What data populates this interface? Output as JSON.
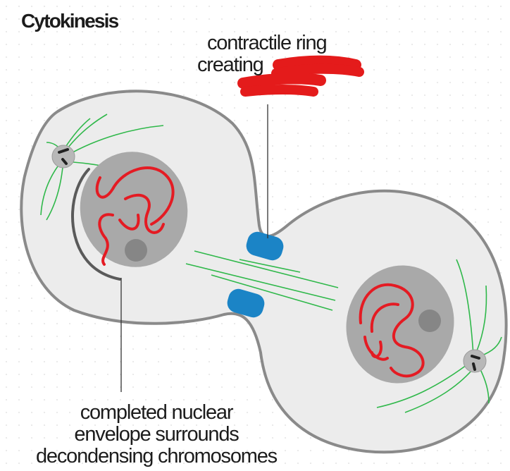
{
  "title": "Cytokinesis",
  "labels": {
    "contractile_ring_line1": "contractile ring",
    "contractile_ring_line2": "creating",
    "nuclear_line1": "completed nuclear",
    "nuclear_line2": "envelope surrounds",
    "nuclear_line3": "decondensing chromosomes"
  },
  "colors": {
    "cell_fill": "#ececec",
    "cell_outline": "#8a8a8a",
    "nucleus": "#a9a9a9",
    "chromosome": "#e41b23",
    "spindle": "#2fb84a",
    "contractile_ring": "#1b84c6",
    "scribble": "#e41b1b"
  }
}
